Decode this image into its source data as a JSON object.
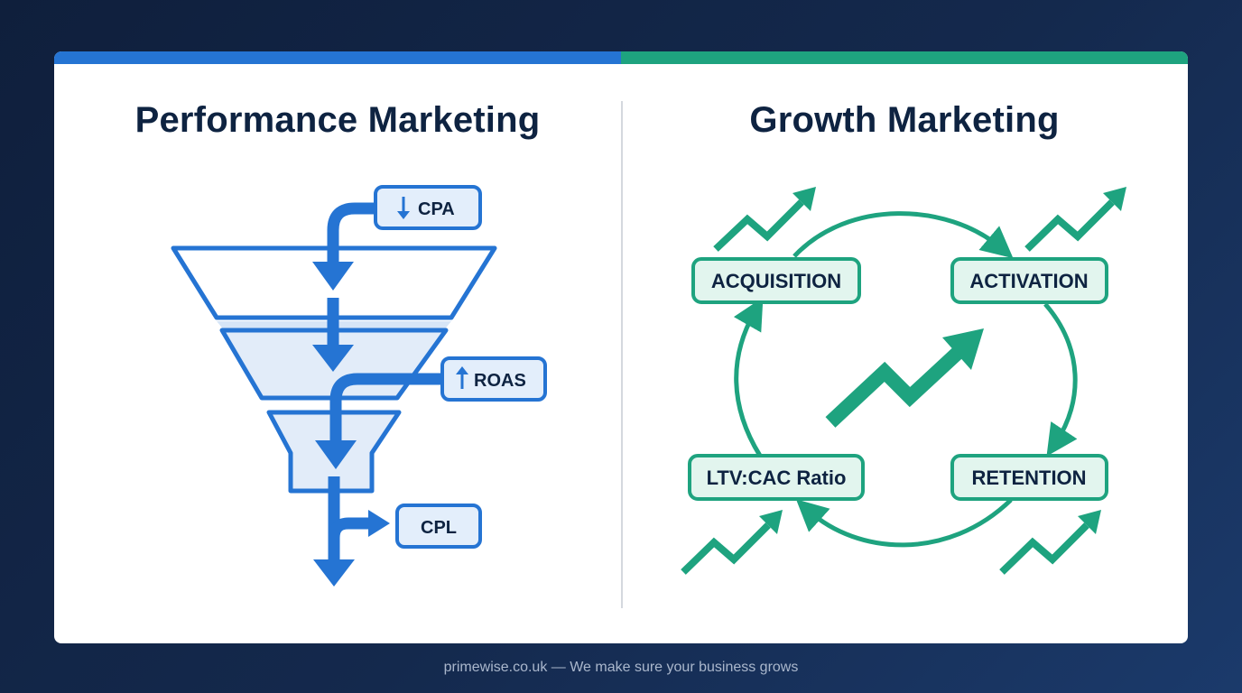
{
  "left_panel": {
    "title": "Performance Marketing",
    "metrics": {
      "cpa": "CPA",
      "roas": "ROAS",
      "cpl": "CPL"
    }
  },
  "right_panel": {
    "title": "Growth Marketing",
    "stages": {
      "acquisition": "ACQUISITION",
      "activation": "ACTIVATION",
      "retention": "RETENTION",
      "ltv_cac": "LTV:CAC Ratio"
    }
  },
  "footer": "primewise.co.uk — We make sure your business grows",
  "colors": {
    "performance_blue": "#2574d3",
    "growth_green": "#1ea37f",
    "title_navy": "#0e2341"
  }
}
